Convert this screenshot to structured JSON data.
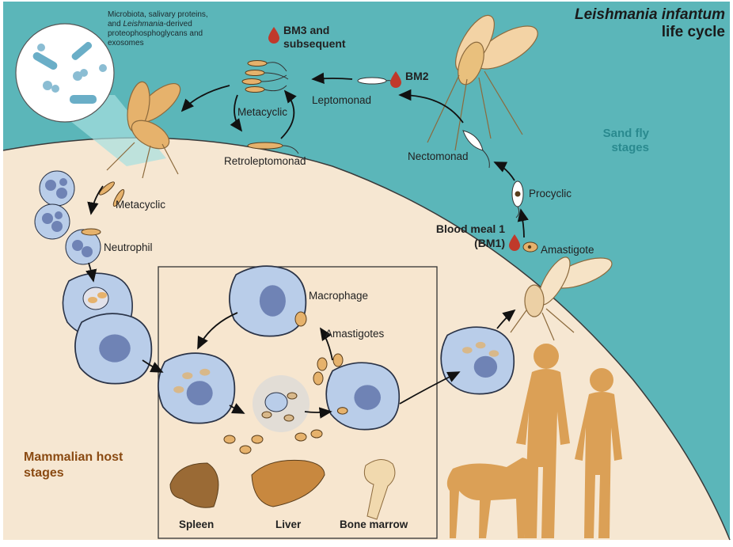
{
  "title": {
    "line1": "Leishmania infantum",
    "line2": "life cycle"
  },
  "sandfly_stages": {
    "line1": "Sand fly",
    "line2": "stages"
  },
  "mammalian_stages": {
    "line1": "Mammalian host",
    "line2": "stages"
  },
  "inset_text": {
    "line1": "Microbiota, salivary proteins,",
    "line2_pre": "and ",
    "line2_em": "Leishmania",
    "line2_post": "-derived",
    "line3": "proteophosphoglycans and",
    "line4": "exosomes"
  },
  "labels": {
    "bm3": "BM3 and",
    "bm3b": "subsequent",
    "bm2": "BM2",
    "leptomonad": "Leptomonad",
    "metacyclic_top": "Metacyclic",
    "retroleptomonad": "Retroleptomonad",
    "nectomonad": "Nectomonad",
    "procyclic": "Procyclic",
    "bm1a": "Blood meal 1",
    "bm1b": "(BM1)",
    "amastigote": "Amastigote",
    "metacyclic_low": "Metacyclic",
    "neutrophil": "Neutrophil",
    "macrophage": "Macrophage",
    "amastigotes": "Amastigotes",
    "spleen": "Spleen",
    "liver": "Liver",
    "bone_marrow": "Bone marrow"
  },
  "colors": {
    "teal": "#5bb6b9",
    "beige": "#f6e7d2",
    "cell": "#b9cde9",
    "nucleus": "#6f83b5",
    "parasite": "#d8a35c",
    "fly": "#e9c07d",
    "silhouette": "#dba056",
    "blood": "#c0392b"
  }
}
